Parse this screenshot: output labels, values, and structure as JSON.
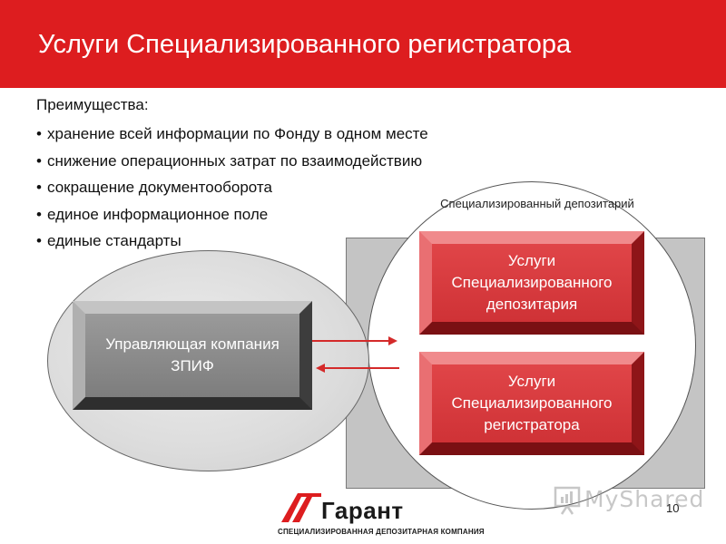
{
  "header": {
    "title": "Услуги Специализированного регистратора"
  },
  "benefits": {
    "heading": "Преимущества:",
    "items": [
      "хранение всей информации по Фонду в одном месте",
      "снижение операционных затрат по взаимодействию",
      "сокращение документооборота",
      "единое информационное поле",
      "единые стандарты"
    ]
  },
  "diagram": {
    "management_company": "Управляющая компания ЗПИФ",
    "depository_label": "Специализированный депозитарий",
    "depository_services": "Услуги Специализированного депозитария",
    "registrar_services": "Услуги Специализированного регистратора"
  },
  "logo": {
    "name": "Гарант",
    "tagline": "СПЕЦИАЛИЗИРОВАННАЯ ДЕПОЗИТАРНАЯ КОМПАНИЯ"
  },
  "watermark": "MyShared",
  "page_number": "10",
  "colors": {
    "header_red": "#dd1d1f",
    "service_box_red": "#cf3236",
    "company_box_gray": "#8a8a8a",
    "arrow_red": "#d42a2a"
  }
}
